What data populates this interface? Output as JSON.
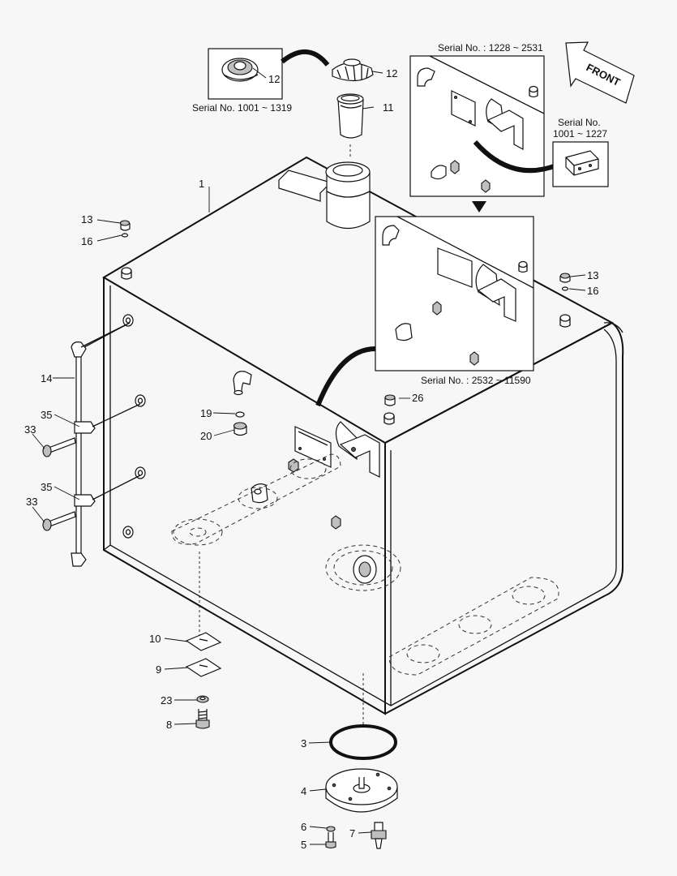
{
  "captions": {
    "serial_top_left": "Serial No. 1001 ~ 1319",
    "serial_top_right": "Serial No. : 1228 ~ 2531",
    "serial_side_line1": "Serial No.",
    "serial_side_line2": "1001 ~ 1227",
    "serial_mid": "Serial No. : 2532 ~ 11590",
    "front": "FRONT"
  },
  "labels": {
    "p1": "1",
    "p3": "3",
    "p4": "4",
    "p5": "5",
    "p6": "6",
    "p7": "7",
    "p8": "8",
    "p9": "9",
    "p10": "10",
    "p11": "11",
    "p12a": "12",
    "p12b": "12",
    "p13a": "13",
    "p13b": "13",
    "p14": "14",
    "p16a": "16",
    "p16b": "16",
    "p19": "19",
    "p20": "20",
    "p23": "23",
    "p26": "26",
    "p33a": "33",
    "p33b": "33",
    "p35a": "35",
    "p35b": "35"
  }
}
